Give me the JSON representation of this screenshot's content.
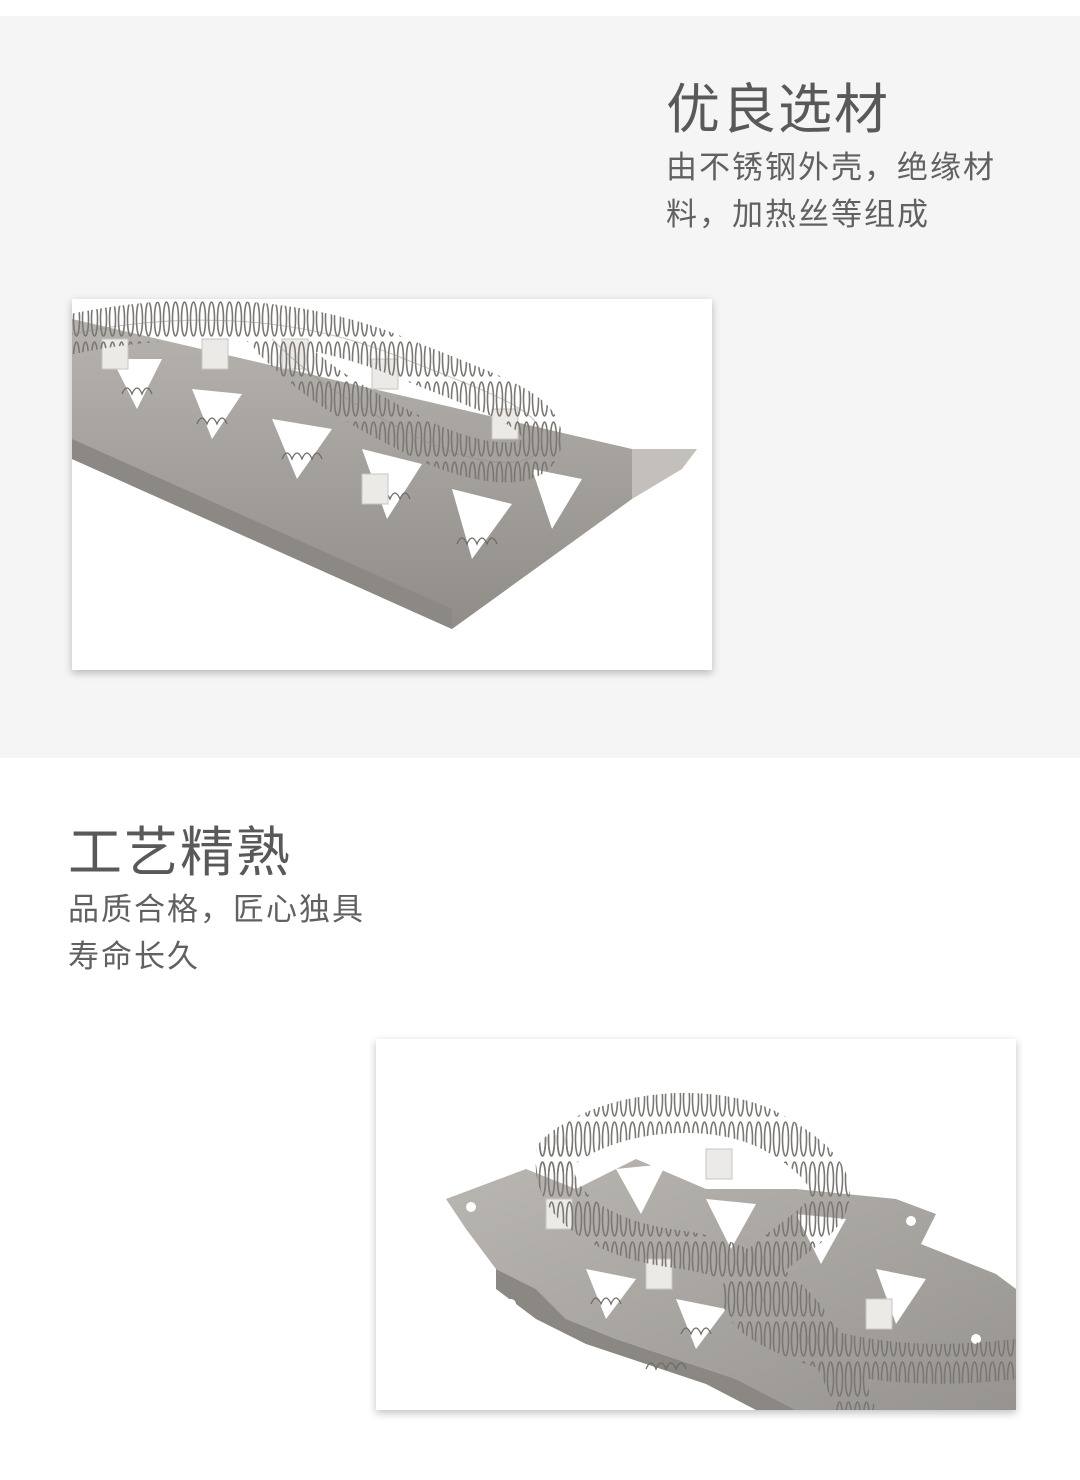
{
  "section1": {
    "title": "优良选材",
    "description_lines": [
      "由不锈钢外壳，绝缘材",
      "料，加热丝等组成"
    ]
  },
  "section2": {
    "title": "工艺精熟",
    "description_lines": [
      "品质合格，匠心独具",
      "寿命长久"
    ]
  },
  "colors": {
    "top_band_background": "#f5f5f5",
    "page_background": "#ffffff",
    "heading_text": "#595959",
    "body_text": "#616161",
    "metal": "#a7a49f"
  }
}
